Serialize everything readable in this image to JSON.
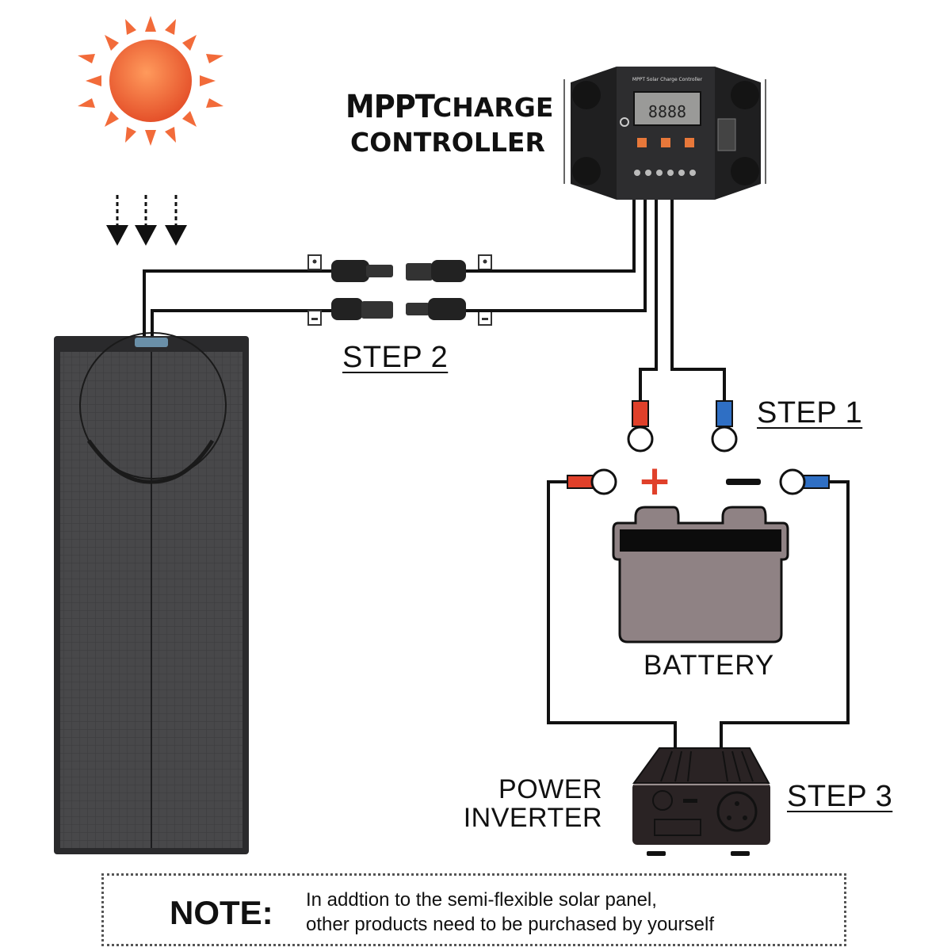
{
  "diagram": {
    "title": {
      "line1_bold": "MPPT",
      "line1_rest": "CHARGE",
      "line2": "CONTROLLER"
    },
    "controller": {
      "header_text": "MPPT Solar Charge Controller",
      "lcd_digits": "8888",
      "button_count": 3,
      "terminal_count": 6
    },
    "steps": {
      "step1": "STEP 1",
      "step2": "STEP 2",
      "step3": "STEP 3"
    },
    "battery": {
      "label": "BATTERY",
      "positive_symbol": "+",
      "negative_symbol": "−"
    },
    "inverter": {
      "label_line1": "POWER",
      "label_line2": "INVERTER"
    },
    "connectors": {
      "positive_tag": "+",
      "negative_tag": "-"
    },
    "colors": {
      "sun": "#f26b3a",
      "positive": "#e0402a",
      "negative": "#2f6fc4",
      "panel": "#3c3c3e",
      "battery_body": "#8f8284",
      "device_dark": "#2a2324",
      "wire": "#111111"
    },
    "note": {
      "title": "NOTE:",
      "line1": "In addtion to the semi-flexible solar panel,",
      "line2": "other products need to be purchased by yourself"
    }
  }
}
